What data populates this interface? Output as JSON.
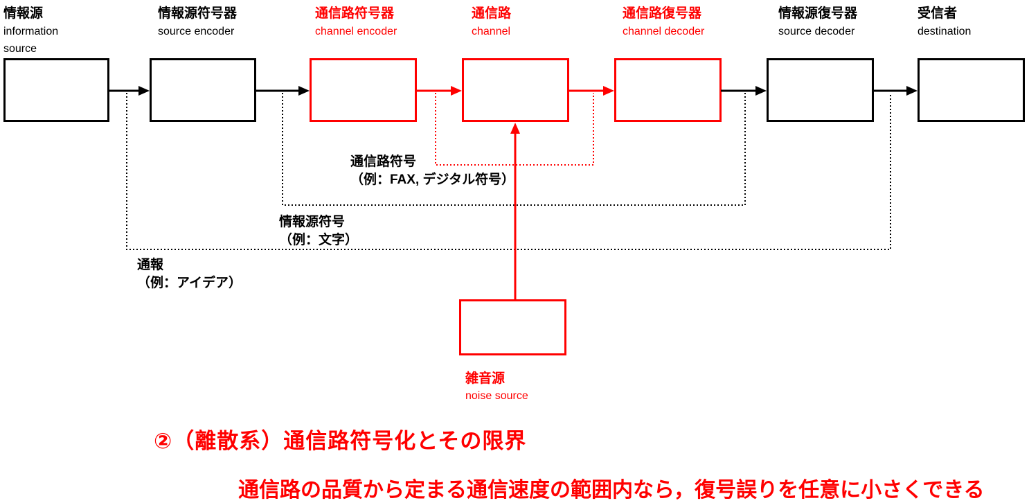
{
  "colors": {
    "emphasis_red": "#ff0000",
    "line_black": "#000000"
  },
  "blocks": [
    {
      "id": "information-source",
      "ja": "情報源",
      "en": "information\nsource",
      "emphasis": false
    },
    {
      "id": "source-encoder",
      "ja": "情報源符号器",
      "en": "source encoder",
      "emphasis": false
    },
    {
      "id": "channel-encoder",
      "ja": "通信路符号器",
      "en": "channel encoder",
      "emphasis": true
    },
    {
      "id": "channel",
      "ja": "通信路",
      "en": "channel",
      "emphasis": true
    },
    {
      "id": "channel-decoder",
      "ja": "通信路復号器",
      "en": "channel decoder",
      "emphasis": true
    },
    {
      "id": "source-decoder",
      "ja": "情報源復号器",
      "en": "source decoder",
      "emphasis": false
    },
    {
      "id": "destination",
      "ja": "受信者",
      "en": "destination",
      "emphasis": false
    }
  ],
  "noise": {
    "ja": "雑音源",
    "en": "noise source"
  },
  "annotations": [
    {
      "id": "channel-code",
      "title": "通信路符号",
      "example": "（例：FAX, デジタル符号）",
      "color": "black-label-red-bracket"
    },
    {
      "id": "source-code",
      "title": "情報源符号",
      "example": "（例：文字）",
      "color": "black"
    },
    {
      "id": "message",
      "title": "通報",
      "example": "（例：アイデア）",
      "color": "black"
    }
  ],
  "footer": {
    "heading": "②（離散系）通信路符号化とその限界",
    "subtitle": "通信路の品質から定まる通信速度の範囲内なら，復号誤りを任意に小さくできる"
  }
}
